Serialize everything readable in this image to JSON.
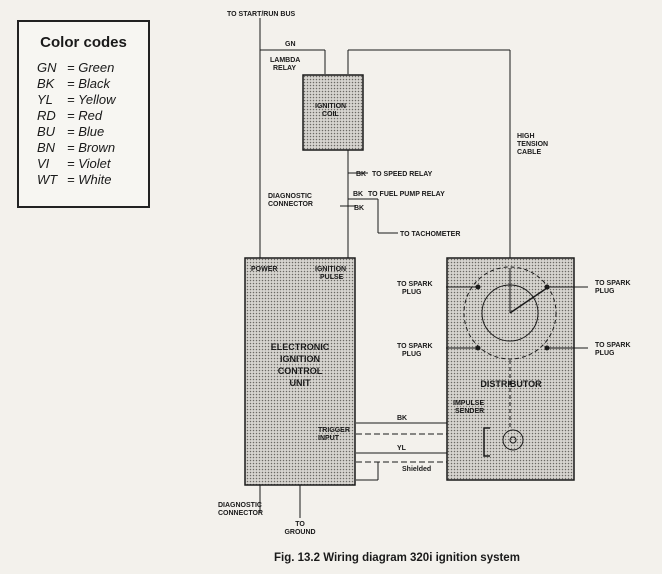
{
  "legend": {
    "title": "Color codes",
    "items": [
      {
        "code": "GN",
        "name": "= Green"
      },
      {
        "code": "BK",
        "name": "= Black"
      },
      {
        "code": "YL",
        "name": "= Yellow"
      },
      {
        "code": "RD",
        "name": "= Red"
      },
      {
        "code": "BU",
        "name": "= Blue"
      },
      {
        "code": "BN",
        "name": "= Brown"
      },
      {
        "code": "VI",
        "name": "= Violet"
      },
      {
        "code": "WT",
        "name": "= White"
      }
    ]
  },
  "diagram": {
    "start_bus": "TO START/RUN BUS",
    "gn": "GN",
    "lambda_1": "LAMBDA",
    "lambda_2": "RELAY",
    "coil_1": "IGNITION",
    "coil_2": "COIL",
    "ht_1": "HIGH",
    "ht_2": "TENSION",
    "ht_3": "CABLE",
    "bk_speed": "BK",
    "speed_relay": "TO SPEED RELAY",
    "diag_1": "DIAGNOSTIC",
    "diag_2": "CONNECTOR",
    "bk_diag": "BK",
    "bk_fuel": "BK",
    "fuel_pump": "TO FUEL PUMP RELAY",
    "tacho": "TO TACHOMETER",
    "power": "POWER",
    "ign_pulse_1": "IGNITION",
    "ign_pulse_2": "PULSE",
    "ecu_1": "ELECTRONIC",
    "ecu_2": "IGNITION",
    "ecu_3": "CONTROL",
    "ecu_4": "UNIT",
    "trigger_1": "TRIGGER",
    "trigger_2": "INPUT",
    "spark_tl_1": "TO SPARK",
    "spark_tl_2": "PLUG",
    "spark_tr_1": "TO SPARK",
    "spark_tr_2": "PLUG",
    "spark_bl_1": "TO SPARK",
    "spark_bl_2": "PLUG",
    "spark_br_1": "TO SPARK",
    "spark_br_2": "PLUG",
    "distributor": "DISTRIBUTOR",
    "impulse_1": "IMPULSE",
    "impulse_2": "SENDER",
    "bk_trigger": "BK",
    "yl": "YL",
    "shielded": "Shielded",
    "diag_b_1": "DIAGNOSTIC",
    "diag_b_2": "CONNECTOR",
    "ground_1": "TO",
    "ground_2": "GROUND",
    "caption": "Fig. 13.2 Wiring diagram 320i ignition system"
  }
}
